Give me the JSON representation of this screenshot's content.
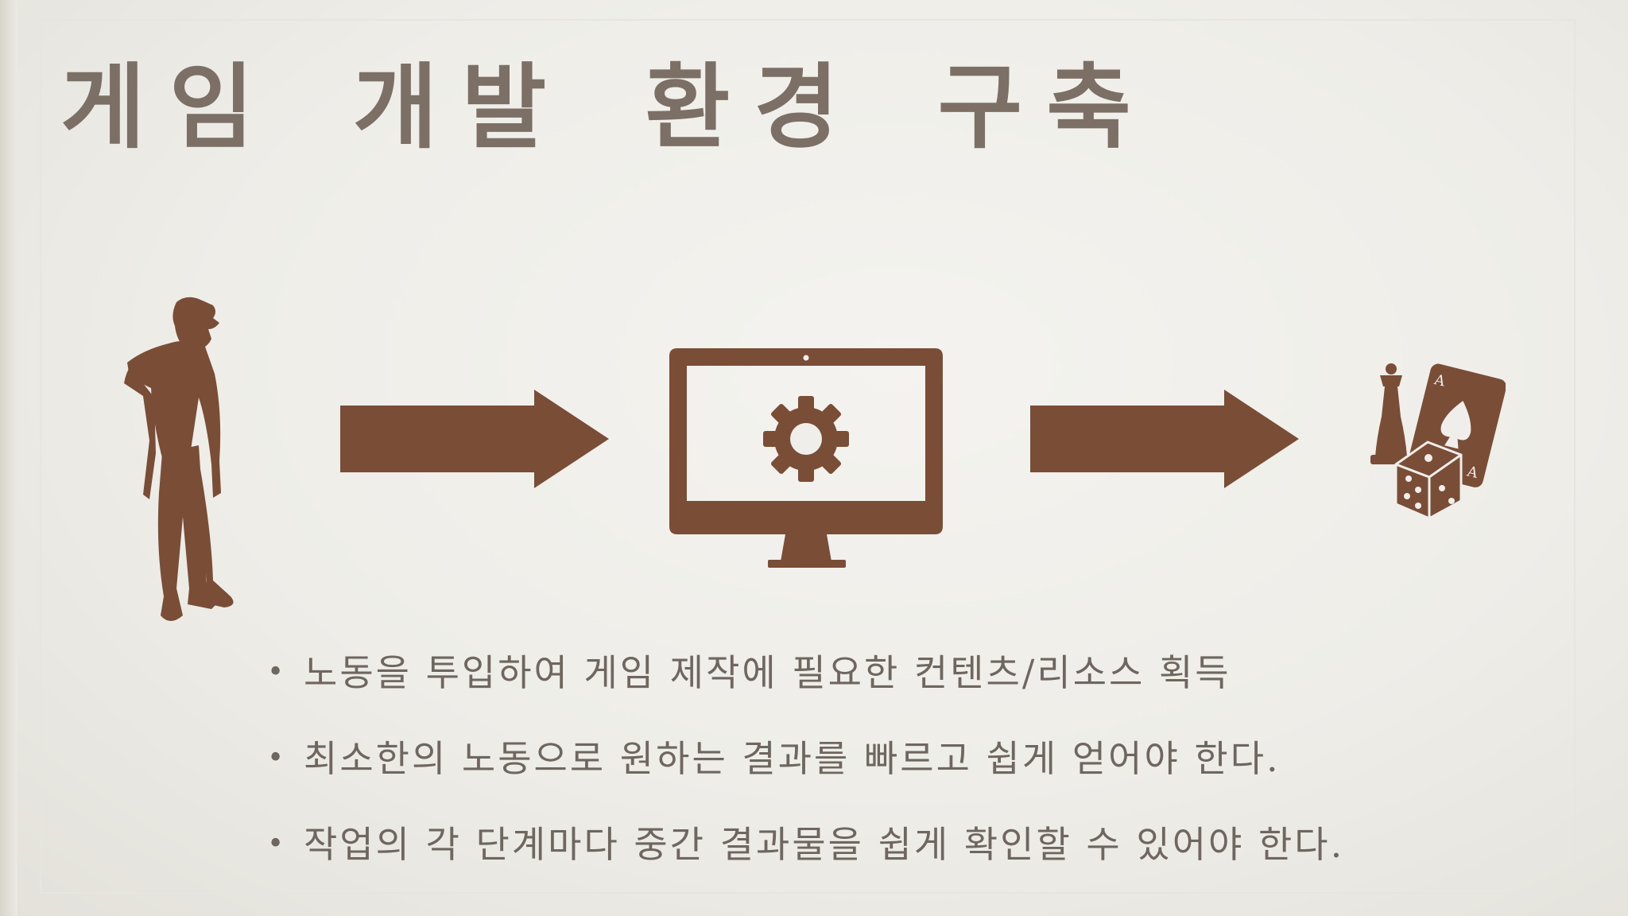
{
  "slide": {
    "title": "게임 개발 환경 구축",
    "bullets": [
      "노동을 투입하여 게임 제작에 필요한 컨텐츠/리소스 획득",
      "최소한의 노동으로 원하는 결과를 빠르고 쉽게 얻어야 한다.",
      "작업의 각 단계마다 중간 결과물을 쉽게 확인할 수 있어야 한다."
    ],
    "bullet_symbol": "•"
  },
  "diagram": {
    "icons": [
      "worker-silhouette-icon",
      "arrow-right-icon",
      "monitor-gear-icon",
      "arrow-right-icon",
      "game-pieces-icon"
    ]
  },
  "colors": {
    "accent": "#7a4d36",
    "title": "#7c6f66",
    "text": "#6f6660",
    "background": "#efeeea"
  }
}
